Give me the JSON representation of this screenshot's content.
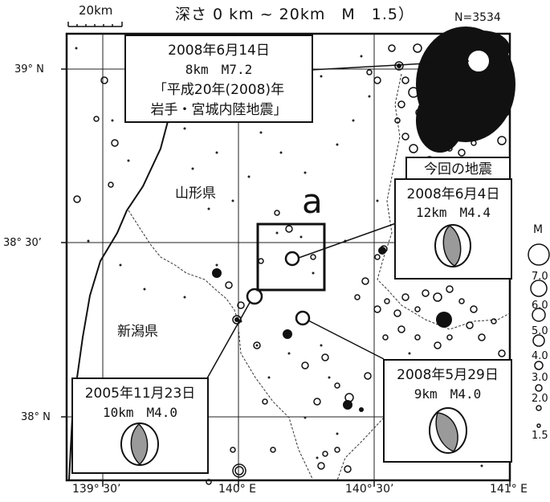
{
  "map": {
    "title": "深さ 0 km ~ 20km　M　1.5）",
    "scale_label": "20km",
    "count_label": "N=3534",
    "lat_labels": [
      "39° N",
      "38° 30’",
      "38° N"
    ],
    "lon_labels": [
      "139° 30’",
      "140° E",
      "140° 30’",
      "141° E"
    ],
    "prefectures": [
      "山形県",
      "新潟県"
    ],
    "region_label": "a",
    "magnitude_legend": {
      "title": "M",
      "labels": [
        "7.0",
        "6.0",
        "5.0",
        "4.0",
        "3.0",
        "2.0",
        "1.5"
      ]
    },
    "this_quake_label": "今回の地震",
    "colors": {
      "line": "#111111",
      "focal_fill": "#9a9a9a",
      "background": "#ffffff"
    }
  },
  "events": {
    "iwate_miyagi": {
      "date": "2008年6月14日",
      "detail": "8km　M7.2",
      "name": "「平成20年(2008)年",
      "name2": "岩手・宮城内陸地震」"
    },
    "june4": {
      "date": "2008年6月4日",
      "detail": "12km　M4.4"
    },
    "may29": {
      "date": "2008年5月29日",
      "detail": "9km　M4.0"
    },
    "nov23": {
      "date": "2005年11月23日",
      "detail": "10km　M4.0"
    }
  }
}
